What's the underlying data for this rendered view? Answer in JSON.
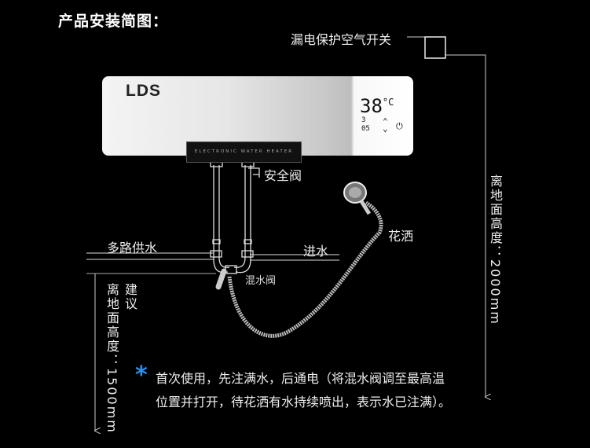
{
  "title": "产品安装简图：",
  "labels": {
    "breaker": "漏电保护空气开关",
    "safety_valve": "安全阀",
    "multi_supply": "多路供水",
    "water_inlet": "进水",
    "mixing_valve": "混水阀",
    "shower": "花洒",
    "height_right": "离地面高度：2000mm",
    "suggest": "建议",
    "height_left": "离地面高度：1500mm"
  },
  "heater": {
    "brand": "LDS",
    "panel_text": "ELECTRONIC WATER HEATER",
    "temperature": "38",
    "unit": "°C",
    "mode": "3",
    "timer": "05"
  },
  "note": {
    "line1": "首次使用，先注满水，后通电（将混水阀调至最高温",
    "line2": "位置并打开，待花洒有水持续喷出，表示水已注满）。"
  },
  "colors": {
    "accent": "#2f8fe8",
    "background": "#000000"
  }
}
